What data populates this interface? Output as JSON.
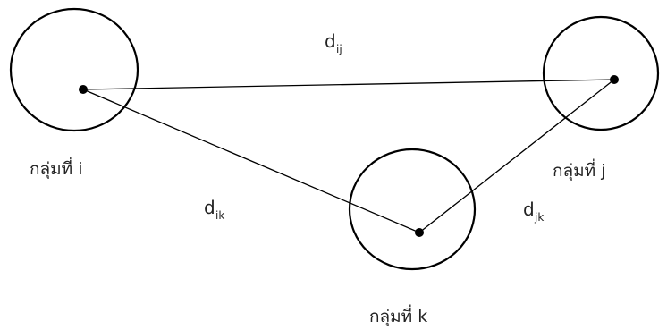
{
  "clusters": {
    "i": {
      "label": "กลุ่มที่ i"
    },
    "j": {
      "label": "กลุ่มที่ j"
    },
    "k": {
      "label": "กลุ่มที่ k"
    }
  },
  "distances": {
    "ij": {
      "main": "d",
      "sub": "ij"
    },
    "ik": {
      "main": "d",
      "sub": "ik"
    },
    "jk": {
      "main": "d",
      "sub": "jk"
    }
  },
  "colors": {
    "stroke": "#000000",
    "text": "#222222",
    "background": "#ffffff"
  }
}
